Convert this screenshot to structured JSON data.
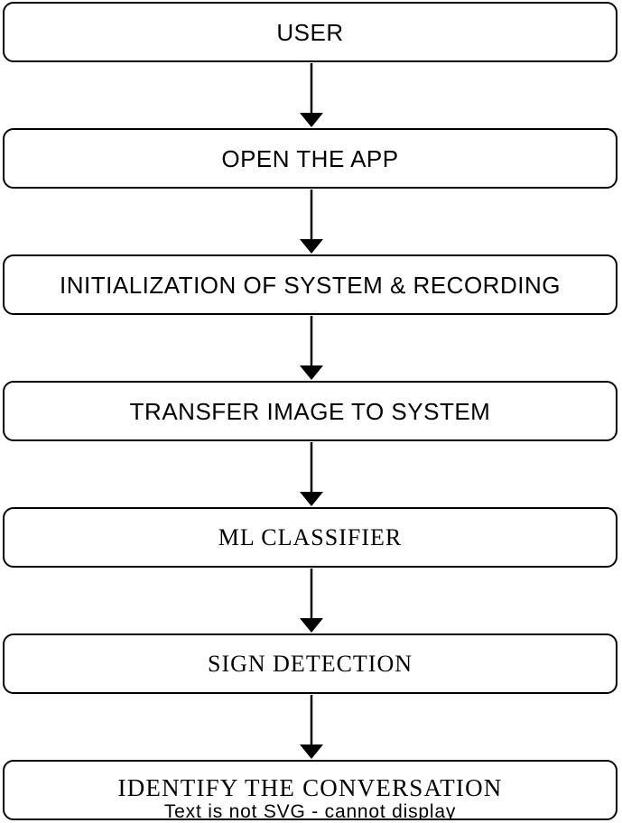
{
  "steps": [
    {
      "label": "USER"
    },
    {
      "label": "OPEN THE APP"
    },
    {
      "label": "INITIALIZATION OF SYSTEM & RECORDING"
    },
    {
      "label": "TRANSFER IMAGE TO SYSTEM"
    },
    {
      "label": "ML CLASSIFIER"
    },
    {
      "label": "SIGN DETECTION"
    },
    {
      "label": "IDENTIFY THE CONVERSATION"
    }
  ],
  "note": "Text is not SVG - cannot display",
  "colors": {
    "stroke": "#000000",
    "fill": "#ffffff"
  }
}
